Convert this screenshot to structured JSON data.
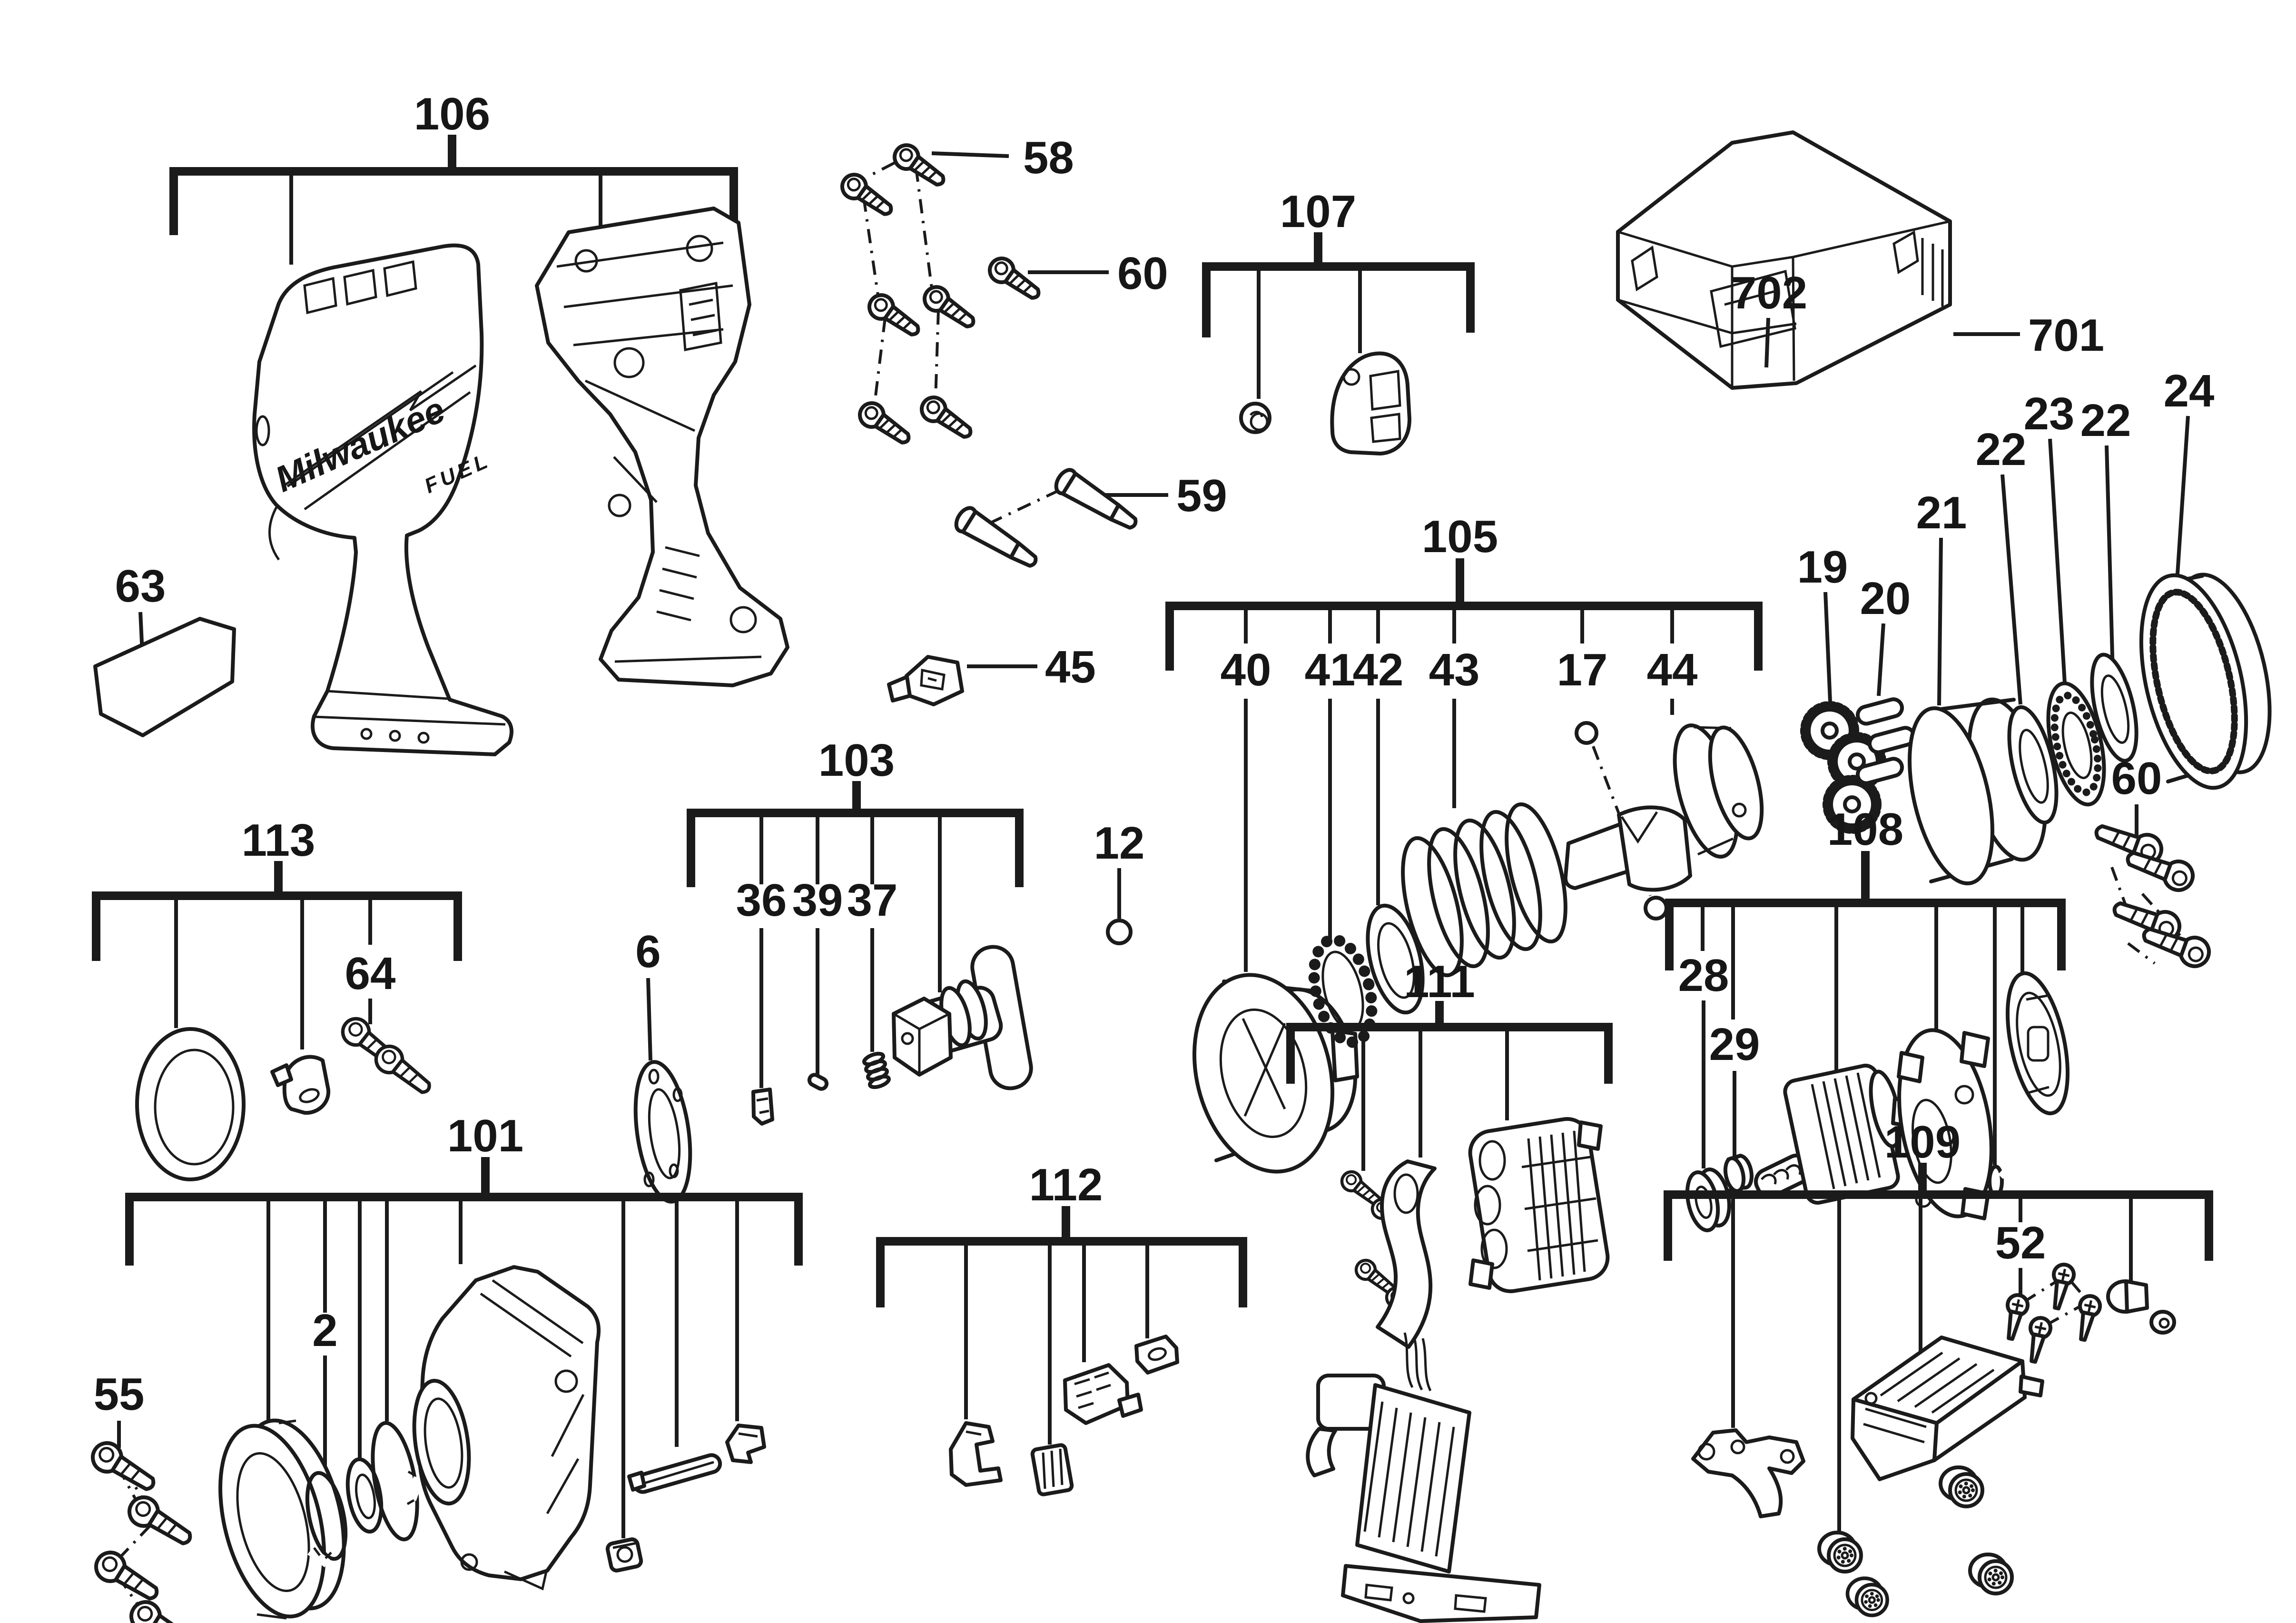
{
  "diagram": {
    "background": "#ffffff",
    "ink": "#1b1b1b"
  },
  "branding": {
    "logo": "Milwaukee",
    "fuel": "FUEL"
  },
  "groups": {
    "g101": "101",
    "g103": "103",
    "g105": "105",
    "g106": "106",
    "g107": "107",
    "g108": "108",
    "g109": "109",
    "g111": "111",
    "g112": "112",
    "g113": "113"
  },
  "parts": {
    "p2": "2",
    "p6": "6",
    "p12": "12",
    "p17": "17",
    "p19": "19",
    "p20": "20",
    "p21": "21",
    "p22a": "22",
    "p22b": "22",
    "p23": "23",
    "p24": "24",
    "p28": "28",
    "p29": "29",
    "p36": "36",
    "p37": "37",
    "p39": "39",
    "p40": "40",
    "p41": "41",
    "p42": "42",
    "p43": "43",
    "p44": "44",
    "p45": "45",
    "p52": "52",
    "p55": "55",
    "p58": "58",
    "p59": "59",
    "p60a": "60",
    "p60b": "60",
    "p63": "63",
    "p64": "64",
    "p701": "701",
    "p702": "702"
  }
}
